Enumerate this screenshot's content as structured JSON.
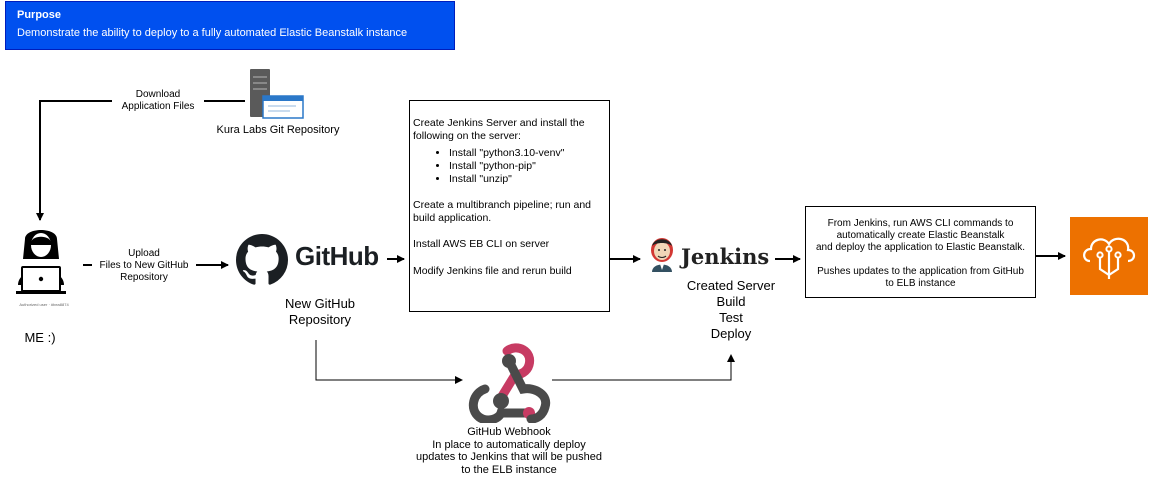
{
  "purpose": {
    "title": "Purpose",
    "text": "Demonstrate the ability to deploy to a fully automated Elastic Beanstalk instance"
  },
  "repo": {
    "label": "Kura Labs Git Repository"
  },
  "arrows": {
    "download_line1": "Download",
    "download_line2": "Application Files",
    "upload_line1": "Upload",
    "upload_line2": "Files to New GitHub",
    "upload_line3": "Repository"
  },
  "me": {
    "label": "ME :)",
    "tiny_text": "Authorized user · #bea8874"
  },
  "github": {
    "logo_text": "GitHub",
    "label_line1": "New GitHub",
    "label_line2": "Repository"
  },
  "jenkins_box": {
    "intro": "Create Jenkins Server and install the following on the server:",
    "installs": [
      "Install \"python3.10-venv\"",
      "Install \"python-pip\"",
      "Install \"unzip\""
    ],
    "step2": "Create a multibranch pipeline; run and build application.",
    "step3": "Install AWS EB CLI on server",
    "step4": "Modify Jenkins file and rerun build"
  },
  "jenkins": {
    "logo_text": "Jenkins",
    "lines": [
      "Created Server",
      "Build",
      "Test",
      "Deploy"
    ]
  },
  "aws_box": {
    "line1": "From Jenkins, run AWS CLI commands to",
    "line2": "automatically create Elastic Beanstalk",
    "line3": "and deploy the application to Elastic Beanstalk.",
    "line4": "Pushes updates to the application from GitHub",
    "line5": "to ELB instance"
  },
  "webhook": {
    "title": "GitHub Webhook",
    "line1": "In place to automatically deploy",
    "line2": "updates to Jenkins that will be pushed",
    "line3": "to the ELB instance"
  },
  "colors": {
    "purpose_bg": "#0050ef",
    "aws_orange": "#ed7100",
    "webhook_red": "#c73b63",
    "webhook_dark": "#4a4a4a"
  }
}
